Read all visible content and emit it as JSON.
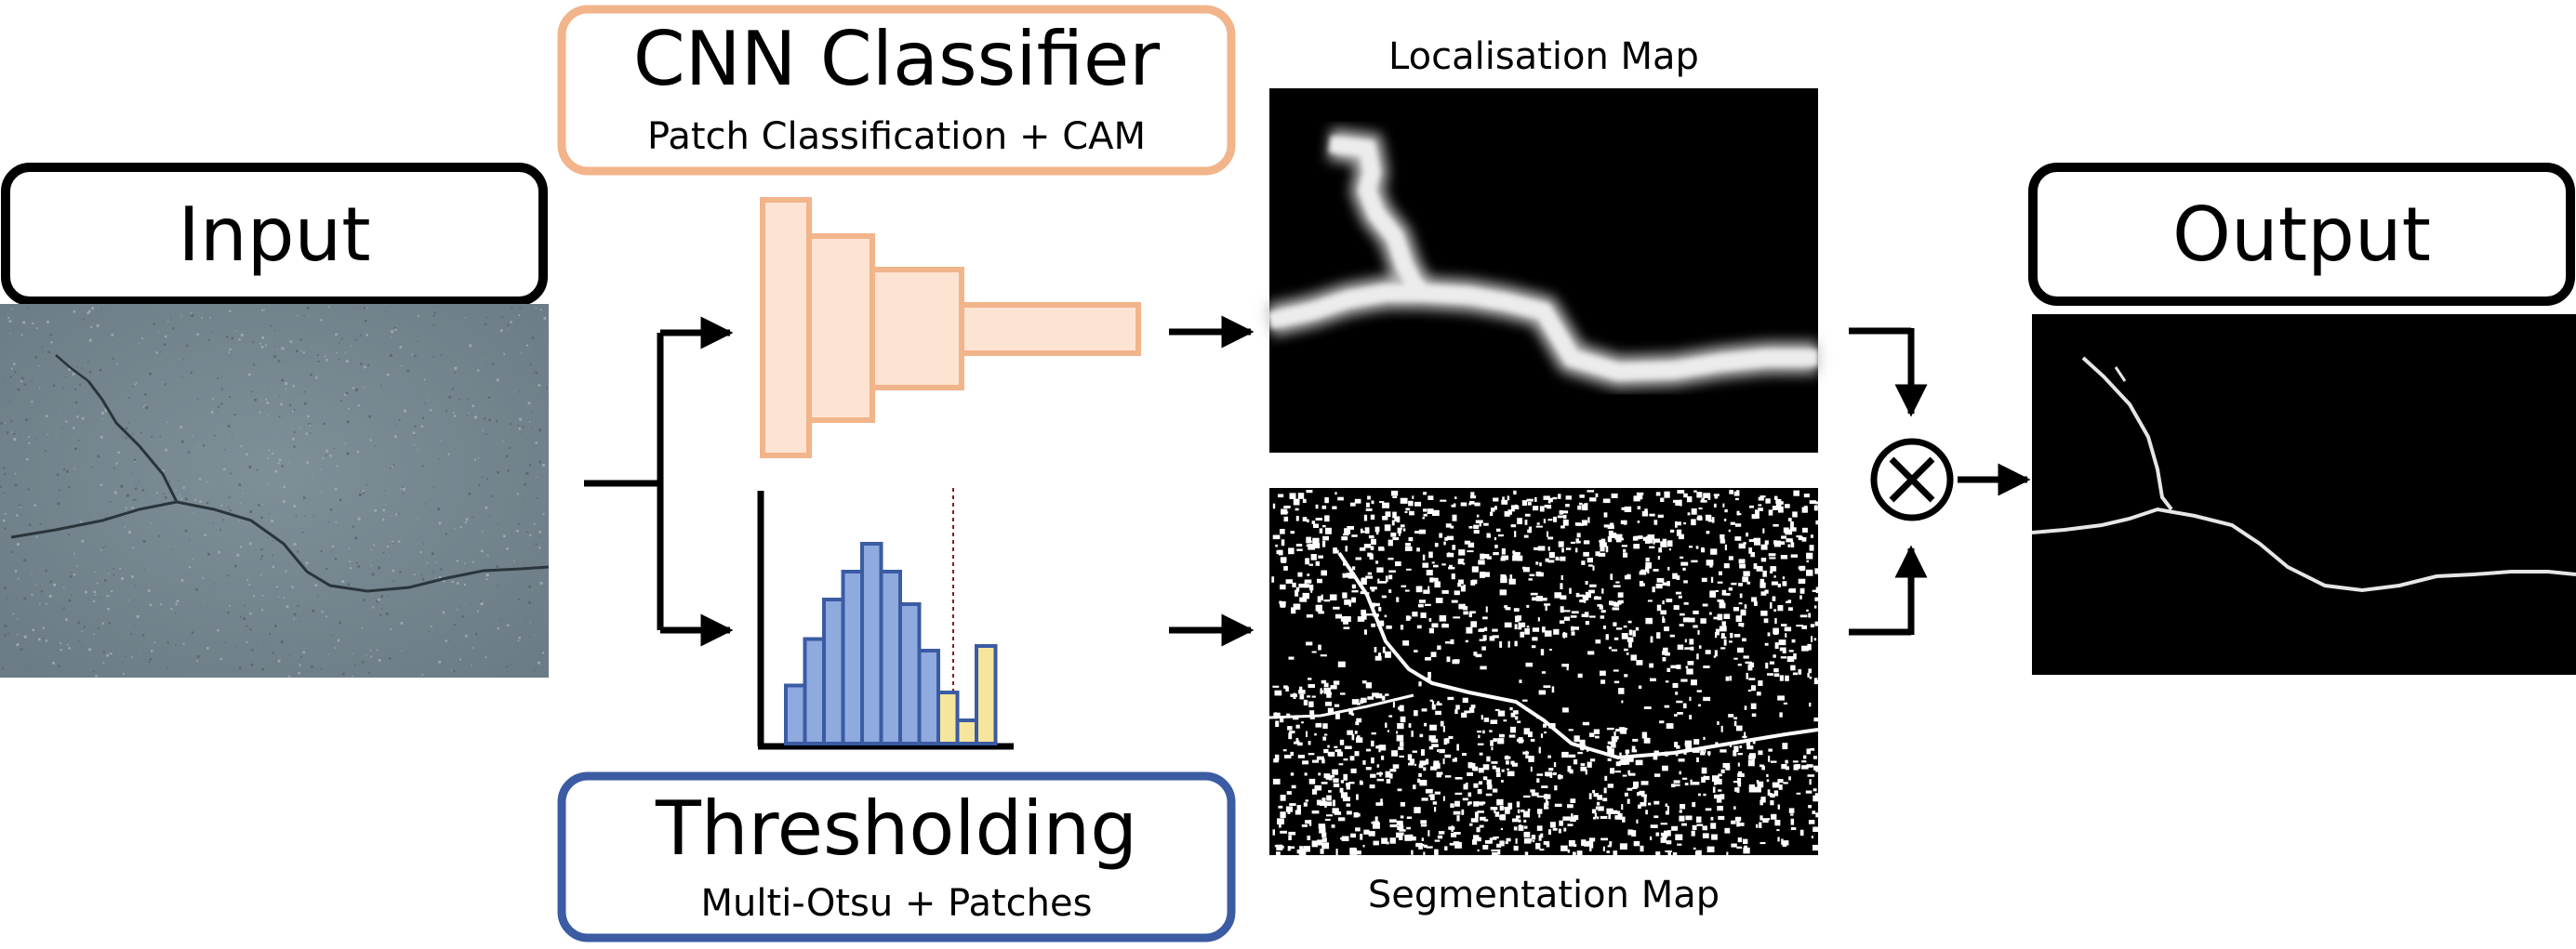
{
  "input": {
    "label": "Input"
  },
  "output": {
    "label": "Output"
  },
  "cnn": {
    "title": "CNN Classifier",
    "subtitle": "Patch Classification + CAM"
  },
  "threshold": {
    "title": "Thresholding",
    "subtitle": "Multi-Otsu + Patches"
  },
  "maps": {
    "localisation_label": "Localisation Map",
    "segmentation_label": "Segmentation Map"
  },
  "histogram": {
    "blue_bars": [
      0.25,
      0.45,
      0.62,
      0.74,
      0.86,
      0.74,
      0.6,
      0.4
    ],
    "yellow_bars": [
      0.22,
      0.1,
      0.42
    ]
  },
  "colors": {
    "cnn_orange": "#f2b48a",
    "cnn_fill": "#fde4d2",
    "threshold_blue": "#3b5ba3",
    "bar_blue": "#8eaadf",
    "bar_yellow": "#f6e59c",
    "otsu_line": "#8b1a1a"
  },
  "icons": {
    "multiply": "circled-times-icon"
  }
}
